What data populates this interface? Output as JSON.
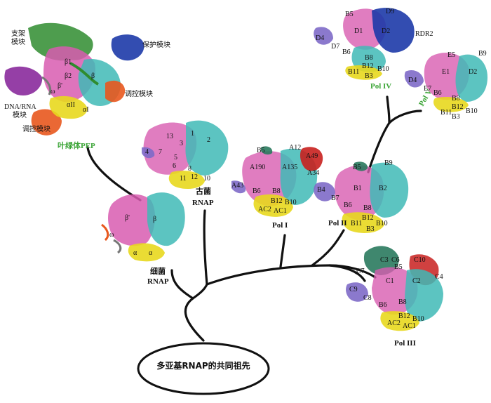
{
  "root": "多亚基RNAP的共同祖先",
  "bacterial": {
    "name": "细菌\nRNAP",
    "line1": "细菌",
    "line2": "RNAP",
    "subunits": [
      "β'",
      "β",
      "ω",
      "α",
      "α"
    ]
  },
  "archaeal": {
    "line1": "古菌",
    "line2": "RNAP",
    "subunits": [
      "13",
      "3",
      "1",
      "2",
      "4",
      "7",
      "5",
      "6",
      "8",
      "11",
      "12",
      "10"
    ]
  },
  "pep": {
    "name": "叶绿体PEP",
    "modules": {
      "scaffold": "支架\n模块",
      "scaffold1": "支架",
      "scaffold2": "模块",
      "protect": "保护模块",
      "dna1": "DNA/RNA",
      "dna2": "模块",
      "regulate_right": "调控模块",
      "regulate_bottom": "调控模块"
    },
    "subunits": [
      "β1",
      "β2",
      "β'",
      "β",
      "ω",
      "αII",
      "αI"
    ]
  },
  "pol1": {
    "name": "Pol I",
    "subunits": [
      "B5",
      "A12",
      "A49",
      "A190",
      "A135",
      "A34",
      "A43",
      "B6",
      "B8",
      "B12",
      "B10",
      "AC2",
      "AC1"
    ]
  },
  "pol2": {
    "name": "Pol II",
    "subunits": [
      "B5",
      "B9",
      "B1",
      "B2",
      "B4",
      "B7",
      "B6",
      "B8",
      "B11",
      "B12",
      "B10",
      "B3"
    ]
  },
  "pol3": {
    "name": "Pol III",
    "subunits": [
      "C3",
      "C6",
      "C7",
      "C10",
      "C4",
      "B5",
      "C1",
      "C2",
      "C9",
      "C8",
      "B6",
      "B8",
      "B12",
      "AC2",
      "AC1",
      "B10"
    ]
  },
  "pol4": {
    "name": "Pol IV",
    "subunits": [
      "B5",
      "D9",
      "D1",
      "D2",
      "RDR2",
      "D4",
      "D7",
      "B6",
      "B8",
      "B12",
      "B10",
      "B11",
      "B3"
    ]
  },
  "pol5": {
    "name": "Pol V",
    "subunits": [
      "E5",
      "B9",
      "E1",
      "D2",
      "D4",
      "E7",
      "B6",
      "B8",
      "B12",
      "B11",
      "B10",
      "B3"
    ]
  },
  "colors": {
    "pink": "#d85cb0",
    "teal": "#3fbab6",
    "green": "#2f8c2f",
    "blue": "#1d3aa8",
    "purple": "#8a2a9c",
    "orange": "#e8581e",
    "yellow": "#e8d81e",
    "red": "#c8201e",
    "gray": "#777777",
    "lavender": "#7e6ac8",
    "darkgreen": "#2a7a5e",
    "label_green": "#3aa435"
  }
}
